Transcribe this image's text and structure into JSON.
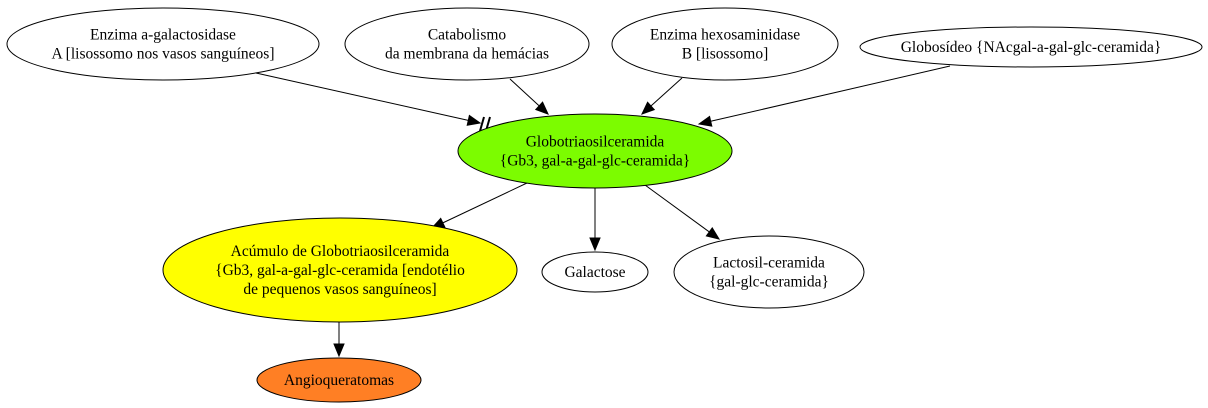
{
  "colors": {
    "background": "#ffffff",
    "stroke": "#000000",
    "default_fill": "#ffffff",
    "gb3_fill": "#7cfc00",
    "accumulation_fill": "#ffff00",
    "angio_fill": "#ff7f24"
  },
  "nodes": {
    "enzyme_a": {
      "lines": [
        "Enzima a-galactosidase",
        "A [lisossomo nos vasos sanguíneos]"
      ]
    },
    "catabolism": {
      "lines": [
        "Catabolismo",
        "da membrana da hemácias"
      ]
    },
    "enzyme_b": {
      "lines": [
        "Enzima hexosaminidase",
        "B [lisossomo]"
      ]
    },
    "globoside": {
      "lines": [
        "Globosídeo {NAcgal-a-gal-glc-ceramida}"
      ]
    },
    "gb3": {
      "lines": [
        "Globotriaosilceramida",
        "{Gb3, gal-a-gal-glc-ceramida}"
      ]
    },
    "accumulation": {
      "lines": [
        "Acúmulo de Globotriaosilceramida",
        "{Gb3, gal-a-gal-glc-ceramida [endotélio",
        "de pequenos vasos sanguíneos]"
      ]
    },
    "galactose": {
      "lines": [
        "Galactose"
      ]
    },
    "lactosyl": {
      "lines": [
        "Lactosil-ceramida",
        "{gal-glc-ceramida}"
      ]
    },
    "angio": {
      "lines": [
        "Angioqueratomas"
      ]
    }
  },
  "edges": [
    {
      "from": "enzyme_a",
      "to": "gb3",
      "kind": "inhibited"
    },
    {
      "from": "catabolism",
      "to": "gb3",
      "kind": "normal"
    },
    {
      "from": "enzyme_b",
      "to": "gb3",
      "kind": "normal"
    },
    {
      "from": "globoside",
      "to": "gb3",
      "kind": "normal"
    },
    {
      "from": "gb3",
      "to": "accumulation",
      "kind": "normal"
    },
    {
      "from": "gb3",
      "to": "galactose",
      "kind": "normal"
    },
    {
      "from": "gb3",
      "to": "lactosyl",
      "kind": "normal"
    },
    {
      "from": "accumulation",
      "to": "angio",
      "kind": "normal"
    }
  ]
}
